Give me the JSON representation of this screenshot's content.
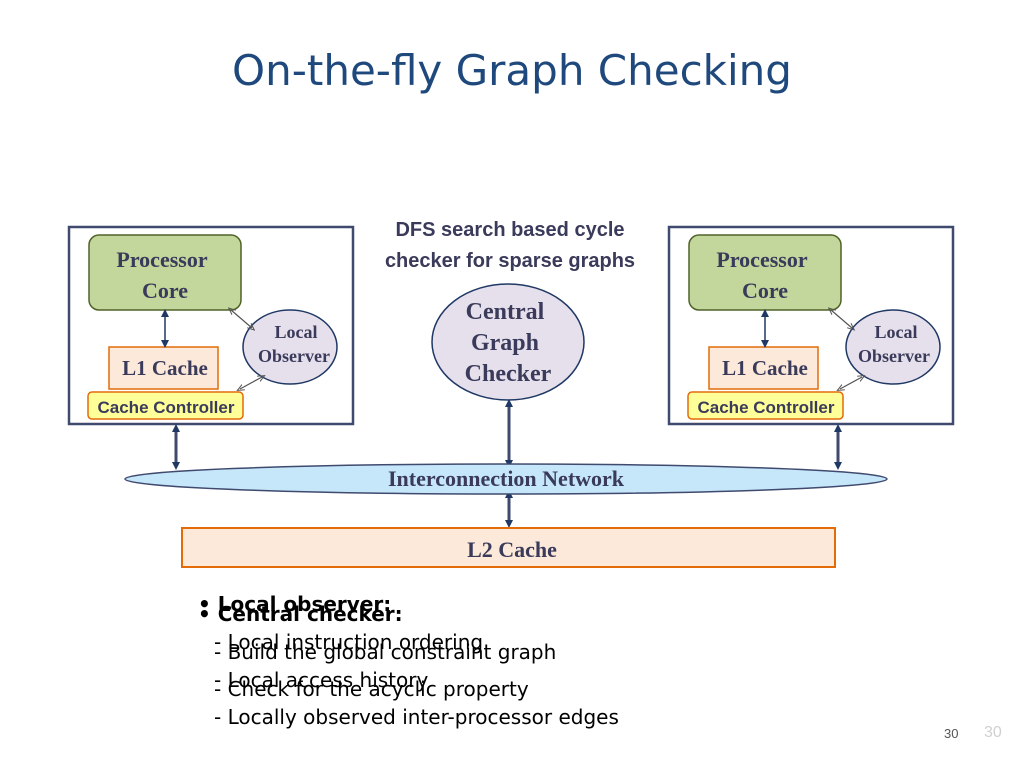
{
  "slide": {
    "title": "On-the-fly Graph Checking",
    "slide_number": "30",
    "slide_number_ghost": "30"
  },
  "diagram": {
    "dfs_note_line1": "DFS search based cycle",
    "dfs_note_line2": "checker for sparse graphs",
    "left_node": {
      "processor_line1": "Processor",
      "processor_line2": "Core",
      "local_observer_line1": "Local",
      "local_observer_line2": "Observer",
      "l1_cache": "L1 Cache",
      "cache_controller": "Cache Controller"
    },
    "right_node": {
      "processor_line1": "Processor",
      "processor_line2": "Core",
      "local_observer_line1": "Local",
      "local_observer_line2": "Observer",
      "l1_cache": "L1 Cache",
      "cache_controller": "Cache Controller"
    },
    "central_checker_line1": "Central",
    "central_checker_line2": "Graph",
    "central_checker_line3": "Checker",
    "interconnect": "Interconnection Network",
    "l2_cache": "L2 Cache",
    "colors": {
      "title": "#1f497d",
      "processor_fill": "#c3d69b",
      "processor_border": "#4f6228",
      "observer_fill": "#e6e0ec",
      "observer_border": "#1f3864",
      "cache_fill": "#fde9d9",
      "cache_border": "#e36c09",
      "controller_fill": "#ffff99",
      "network_fill": "#c6e7fa",
      "diagram_text": "#3a3a5a"
    }
  },
  "bullets": {
    "local_observer": {
      "heading": "Local observer:",
      "items": [
        "- Local instruction ordering",
        "- Local access history",
        "- Locally observed inter-processor edges"
      ]
    },
    "central_checker": {
      "heading": "Central checker:",
      "items": [
        "- Build the global constraint graph",
        "- Check for the acyclic property"
      ]
    }
  }
}
